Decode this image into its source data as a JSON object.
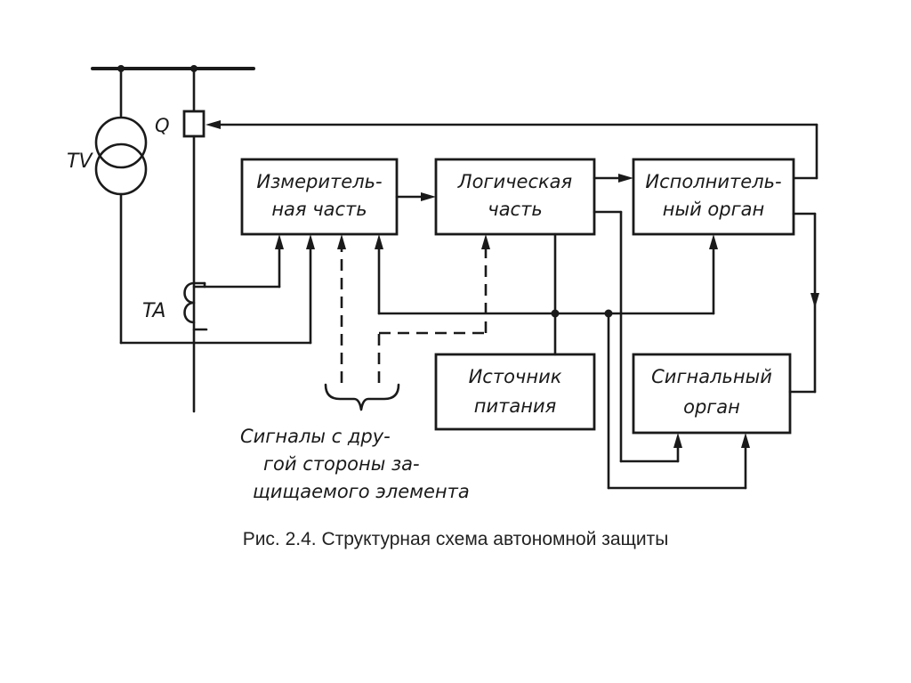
{
  "labels": {
    "tv": "TV",
    "ta": "TA",
    "q": "Q"
  },
  "blocks": {
    "measuring": [
      "Измеритель-",
      "ная часть"
    ],
    "logic": [
      "Логическая",
      "часть"
    ],
    "executive": [
      "Исполнитель-",
      "ный орган"
    ],
    "power": [
      "Источник",
      "питания"
    ],
    "signal": [
      "Сигнальный",
      "орган"
    ]
  },
  "note": [
    "Сигналы с дру-",
    "гой стороны за-",
    "щищаемого элемента"
  ],
  "caption": "Рис. 2.4. Структурная схема автономной защиты"
}
